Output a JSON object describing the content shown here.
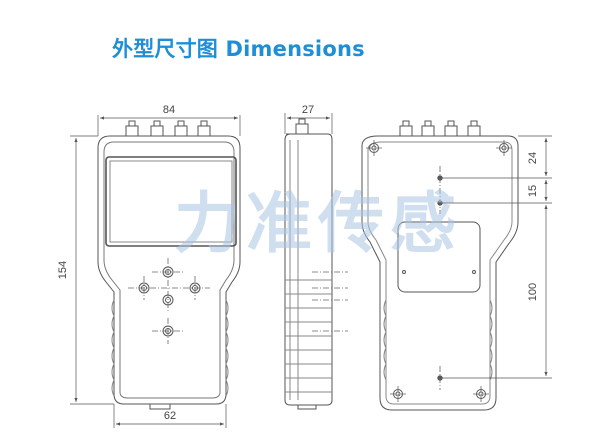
{
  "title": "外型尺寸图 Dimensions",
  "watermark": "力准传感",
  "dimensions": {
    "front_width": "84",
    "front_height": "154",
    "bottom_width": "62",
    "side_depth": "27",
    "back_top_offset": "24",
    "back_hole_spacing": "15",
    "back_hole_distance": "100"
  },
  "colors": {
    "title": "#1e8fd6",
    "line": "#555555",
    "watermark": "#a9c6e3"
  }
}
